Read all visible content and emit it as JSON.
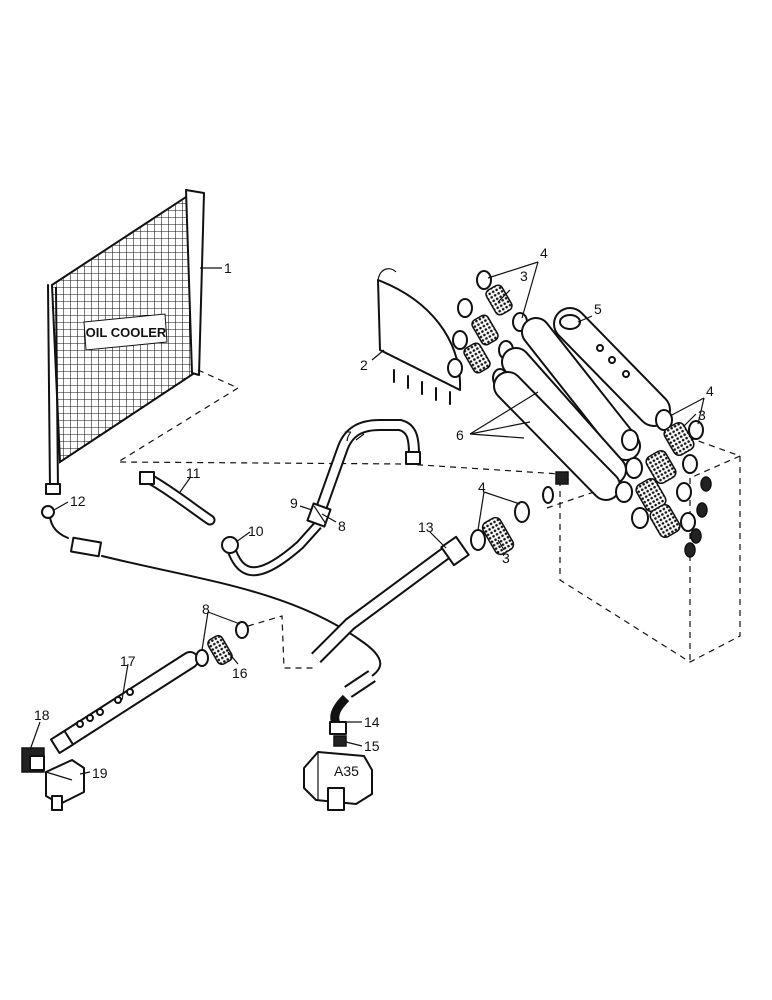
{
  "cooler_label": "OIL COOLER",
  "valve_label": "A35",
  "callouts": {
    "c1": "1",
    "c2": "2",
    "c3a": "3",
    "c3b": "3",
    "c3c": "3",
    "c4a": "4",
    "c4b": "4",
    "c4c": "4",
    "c5": "5",
    "c6": "6",
    "c7": "7",
    "c8a": "8",
    "c8b": "8",
    "c9": "9",
    "c10": "10",
    "c11": "11",
    "c12": "12",
    "c13": "13",
    "c14": "14",
    "c15": "15",
    "c16": "16",
    "c17": "17",
    "c18": "18",
    "c19": "19"
  }
}
